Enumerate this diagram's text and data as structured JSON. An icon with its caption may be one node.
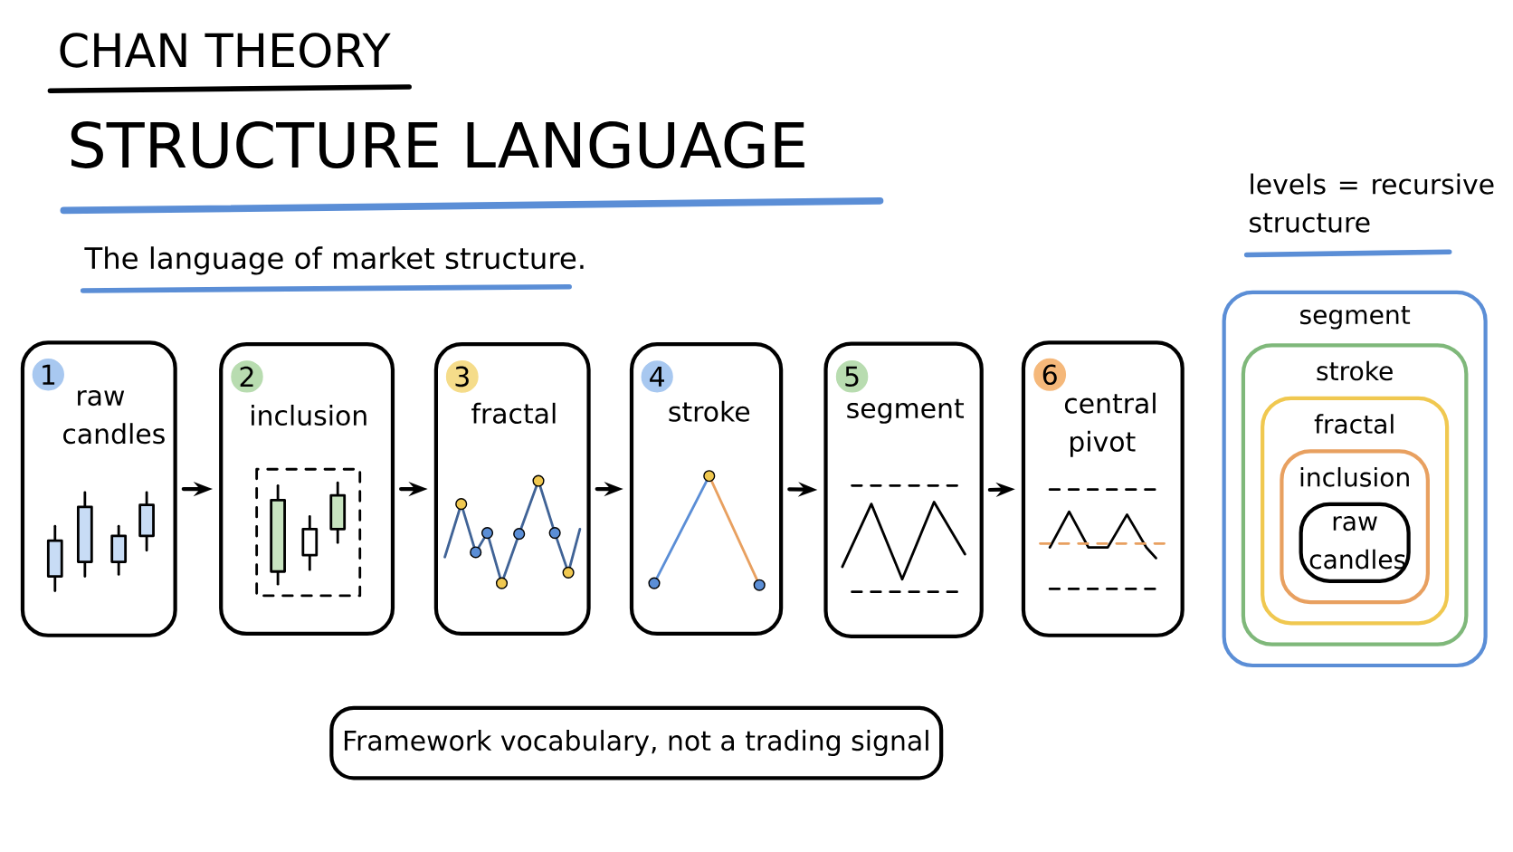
{
  "diagram": {
    "title": "STRUCTURE LANGUAGE",
    "nodes": [
      {
        "text": [
          "1",
          "raw candles"
        ]
      },
      {
        "text": [
          "2",
          "inclusion"
        ]
      },
      {
        "text": [
          "3",
          "fractal"
        ]
      },
      {
        "text": [
          "4",
          "stroke"
        ]
      },
      {
        "text": [
          "5",
          "segment"
        ]
      },
      {
        "text": [
          "6",
          "central pivot"
        ]
      },
      {
        "text": [
          "segment"
        ]
      },
      {
        "text": [
          "stroke"
        ],
        "in": 6
      },
      {
        "text": [
          "fractal"
        ],
        "in": 7
      },
      {
        "text": [
          "inclusion"
        ],
        "in": 8
      },
      {
        "text": [
          "raw candles"
        ],
        "in": 9
      },
      {
        "text": [
          "Framework vocabulary, not a trading signal"
        ]
      }
    ],
    "edges": [
      {
        "from": 0,
        "to": 1,
        "arrow": "to"
      },
      {
        "from": 1,
        "to": 2,
        "arrow": "to"
      },
      {
        "from": 2,
        "to": 3,
        "arrow": "to"
      },
      {
        "from": 3,
        "to": 4,
        "arrow": "to"
      },
      {
        "from": 4,
        "to": 5,
        "arrow": "to"
      }
    ],
    "labels": [
      "CHAN THEORY",
      "The language of market structure.",
      "levels = recursive structure"
    ]
  }
}
